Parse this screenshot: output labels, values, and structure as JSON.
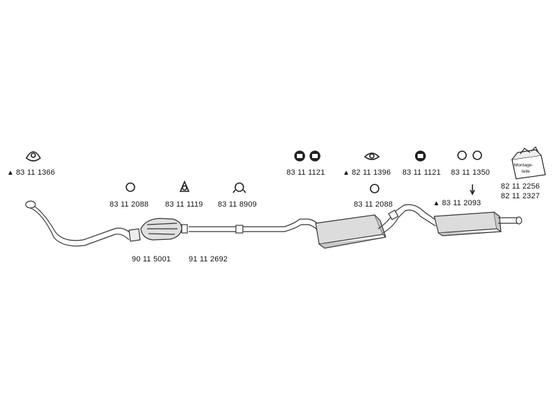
{
  "parts": {
    "p1": {
      "number": "83 11 1366",
      "marker": "▲"
    },
    "p2": {
      "number": "83 11 2088"
    },
    "p3": {
      "number": "83 11 1119"
    },
    "p4": {
      "number": "83 11 8909"
    },
    "p5": {
      "number": "83 11 1121"
    },
    "p6": {
      "number": "82 11 1396",
      "marker": "▲"
    },
    "p7": {
      "number": "83 11 1121"
    },
    "p8": {
      "number": "83 11 1350"
    },
    "p9": {
      "number": "83 11 2088"
    },
    "p10": {
      "number": "83 11 2093",
      "marker": "▲"
    },
    "p11": {
      "number": "82 11 2256"
    },
    "p12": {
      "number": "82 11 2327"
    },
    "p13": {
      "number": "90 11 5001"
    },
    "p14": {
      "number": "91 11 2692"
    }
  },
  "mounting_kit": {
    "line1": "Montage-",
    "line2": "teile"
  }
}
